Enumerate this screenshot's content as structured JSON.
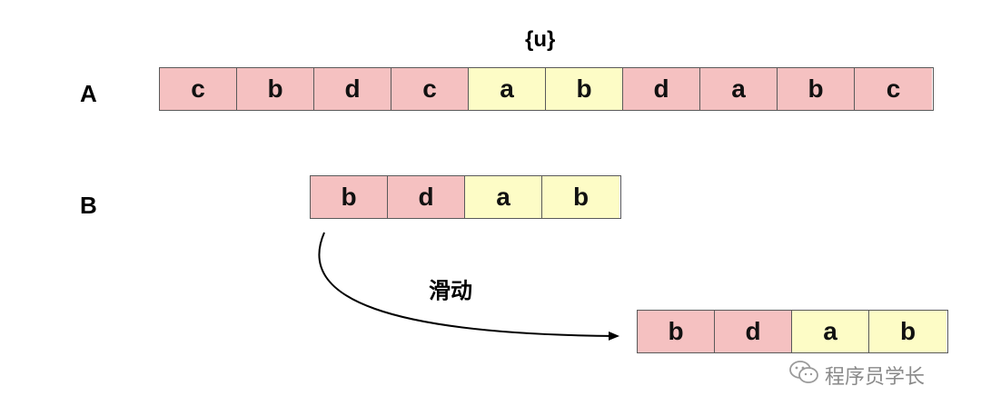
{
  "marker": "{u}",
  "row_a": {
    "label": "A",
    "cells": [
      {
        "char": "c",
        "color": "#f5c1c1"
      },
      {
        "char": "b",
        "color": "#f5c1c1"
      },
      {
        "char": "d",
        "color": "#f5c1c1"
      },
      {
        "char": "c",
        "color": "#f5c1c1"
      },
      {
        "char": "a",
        "color": "#fdfcc6"
      },
      {
        "char": "b",
        "color": "#fdfcc6"
      },
      {
        "char": "d",
        "color": "#f5c1c1"
      },
      {
        "char": "a",
        "color": "#f5c1c1"
      },
      {
        "char": "b",
        "color": "#f5c1c1"
      },
      {
        "char": "c",
        "color": "#f5c1c1"
      }
    ]
  },
  "row_b": {
    "label": "B",
    "cells": [
      {
        "char": "b",
        "color": "#f5c1c1"
      },
      {
        "char": "d",
        "color": "#f5c1c1"
      },
      {
        "char": "a",
        "color": "#fdfcc6"
      },
      {
        "char": "b",
        "color": "#fdfcc6"
      }
    ]
  },
  "row_b_shifted": {
    "cells": [
      {
        "char": "b",
        "color": "#f5c1c1"
      },
      {
        "char": "d",
        "color": "#f5c1c1"
      },
      {
        "char": "a",
        "color": "#fdfcc6"
      },
      {
        "char": "b",
        "color": "#fdfcc6"
      }
    ]
  },
  "slide_label": "滑动",
  "watermark": {
    "icon": "wechat-icon",
    "text": "程序员学长"
  }
}
